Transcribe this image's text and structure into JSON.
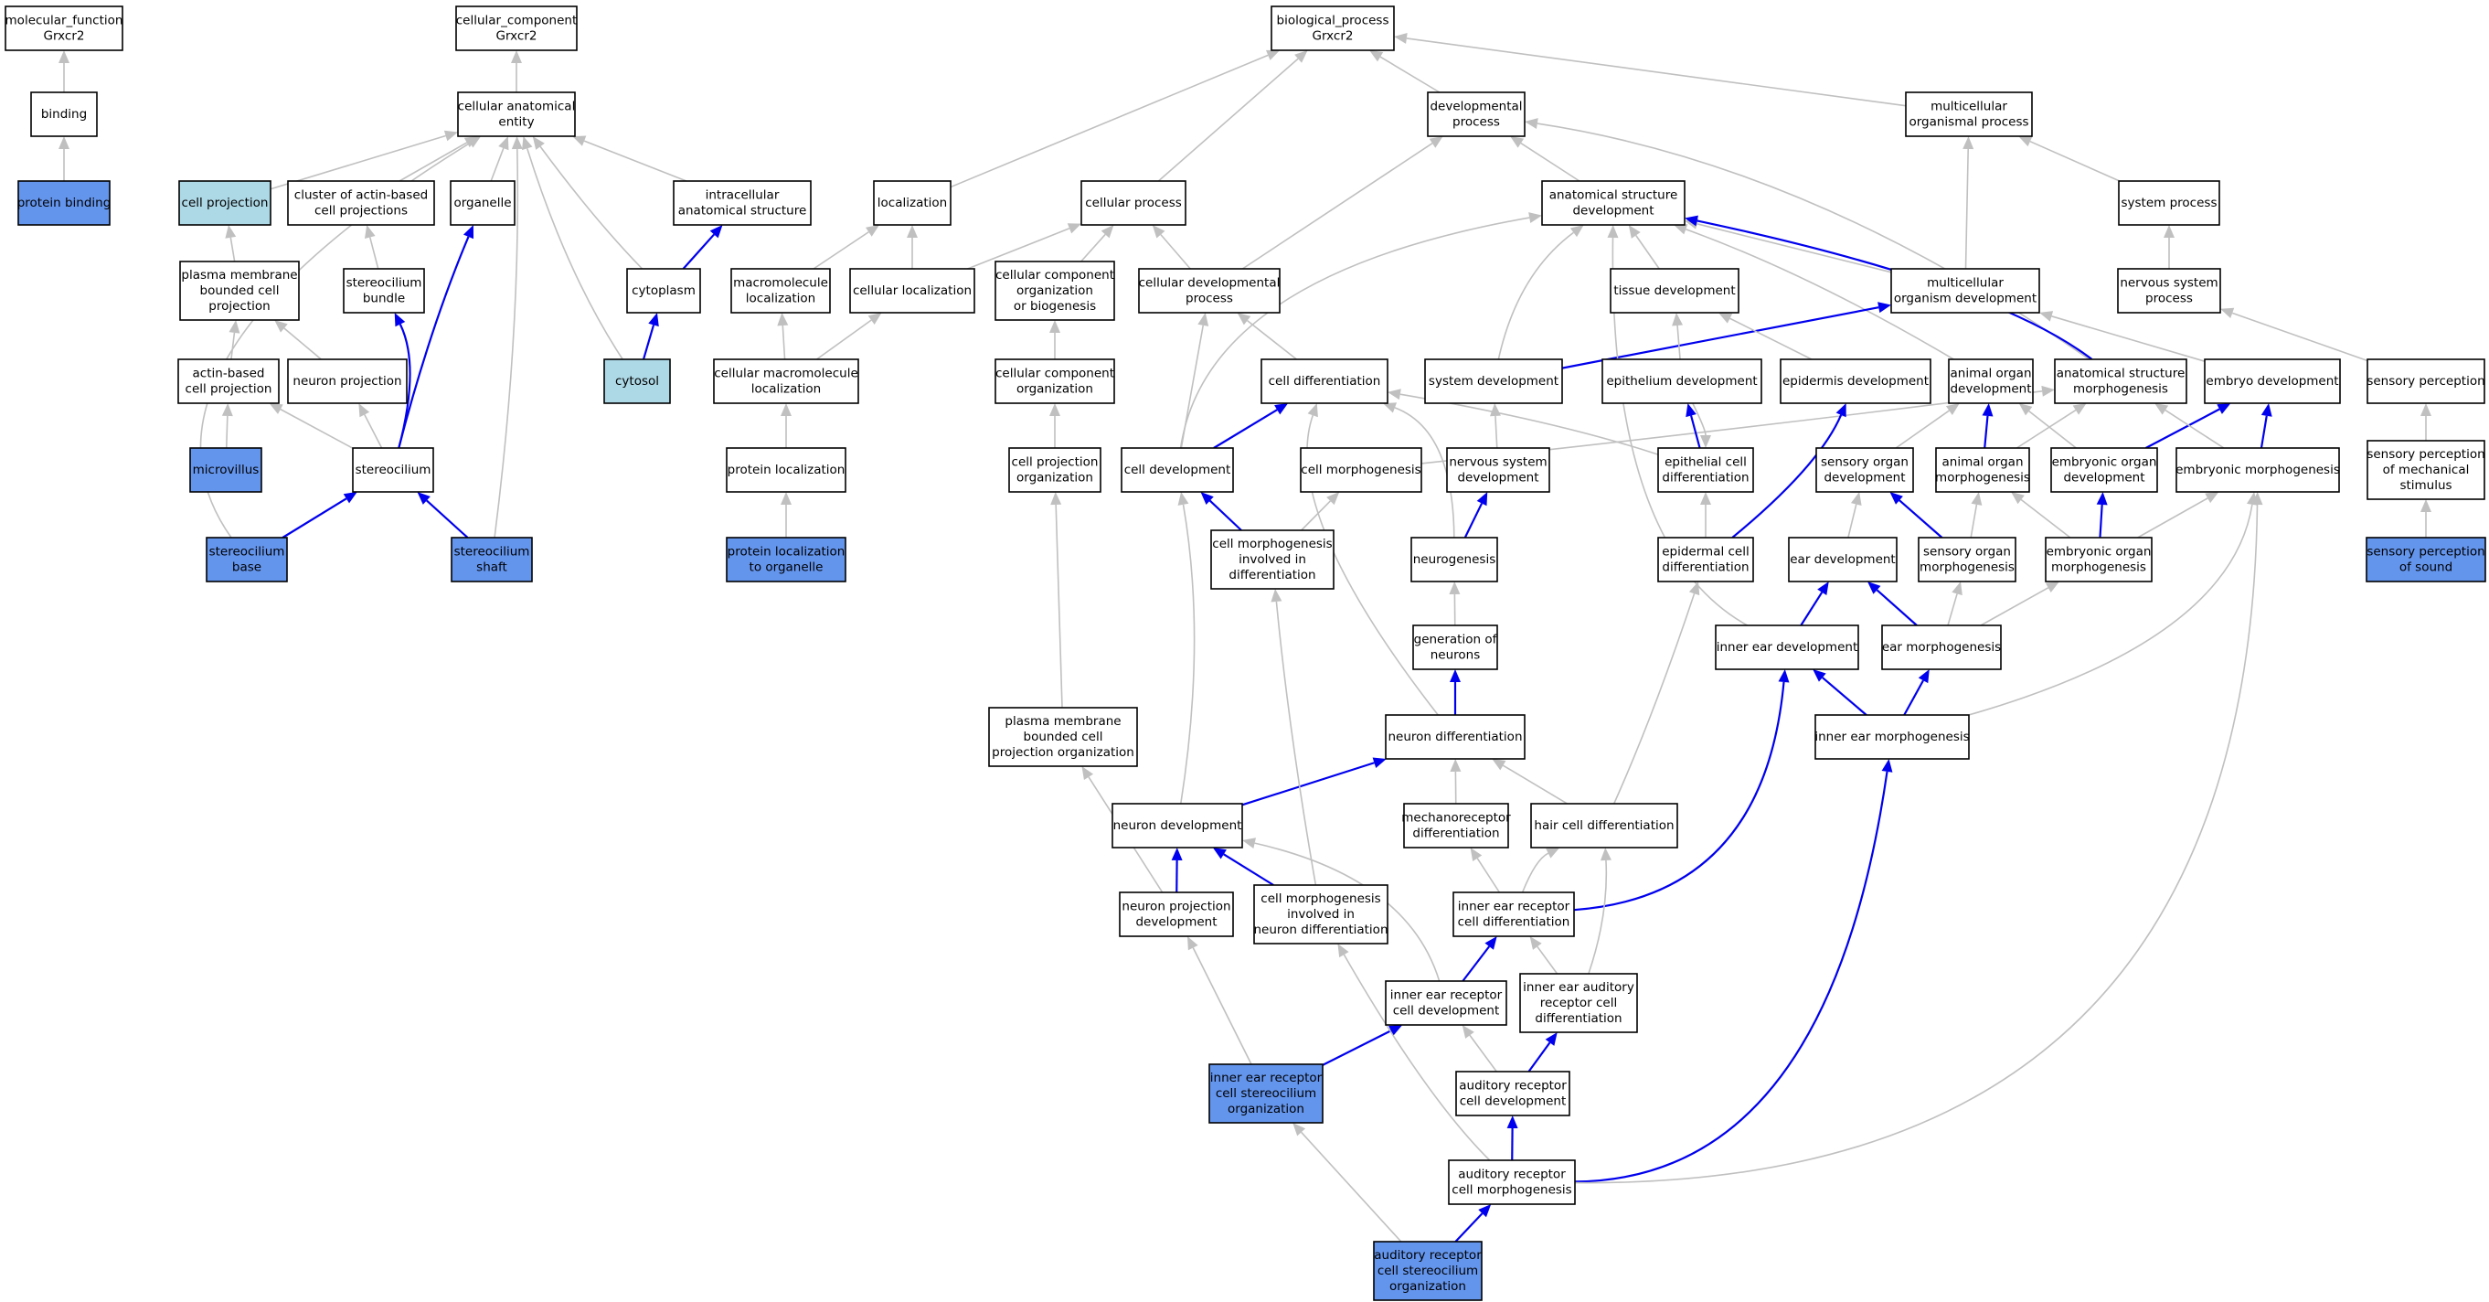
{
  "colors": {
    "plain": "#ffffff",
    "light": "#add8e6",
    "dark": "#6495ed",
    "gray_edge": "#c0c0c0",
    "blue_edge": "#0000ee"
  },
  "nodes": {
    "mf_root": [
      "molecular_function",
      "Grxcr2"
    ],
    "binding": [
      "binding"
    ],
    "protein_binding": [
      "protein binding"
    ],
    "cc_root": [
      "cellular_component",
      "Grxcr2"
    ],
    "cae": [
      "cellular anatomical",
      "entity"
    ],
    "cell_projection": [
      "cell projection"
    ],
    "cluster_actin": [
      "cluster of actin-based",
      "cell projections"
    ],
    "organelle": [
      "organelle"
    ],
    "intracellular": [
      "intracellular",
      "anatomical structure"
    ],
    "pm_bounded": [
      "plasma membrane",
      "bounded cell",
      "projection"
    ],
    "stereo_bundle": [
      "stereocilium",
      "bundle"
    ],
    "cytoplasm": [
      "cytoplasm"
    ],
    "cytosol": [
      "cytosol"
    ],
    "actin_based": [
      "actin-based",
      "cell projection"
    ],
    "neuron_projection": [
      "neuron projection"
    ],
    "microvillus": [
      "microvillus"
    ],
    "stereocilium": [
      "stereocilium"
    ],
    "stereo_base": [
      "stereocilium",
      "base"
    ],
    "stereo_shaft": [
      "stereocilium",
      "shaft"
    ],
    "bp_root": [
      "biological_process",
      "Grxcr2"
    ],
    "localization": [
      "localization"
    ],
    "macro_loc": [
      "macromolecule",
      "localization"
    ],
    "cell_loc": [
      "cellular localization"
    ],
    "cell_macro_loc": [
      "cellular macromolecule",
      "localization"
    ],
    "protein_loc": [
      "protein localization"
    ],
    "protein_loc_org": [
      "protein localization",
      "to organelle"
    ],
    "cellular_process": [
      "cellular process"
    ],
    "ccob": [
      "cellular component",
      "organization",
      "or biogenesis"
    ],
    "cco": [
      "cellular component",
      "organization"
    ],
    "cpo": [
      "cell projection",
      "organization"
    ],
    "pmbcpo": [
      "plasma membrane",
      "bounded cell",
      "projection organization"
    ],
    "dev_process": [
      "developmental",
      "process"
    ],
    "cell_dev_process": [
      "cellular developmental",
      "process"
    ],
    "asd": [
      "anatomical structure",
      "development"
    ],
    "mop": [
      "multicellular",
      "organismal process"
    ],
    "system_process": [
      "system process"
    ],
    "mod": [
      "multicellular",
      "organism development"
    ],
    "tissue_dev": [
      "tissue development"
    ],
    "nervous_system_process": [
      "nervous system",
      "process"
    ],
    "cell_diff": [
      "cell differentiation"
    ],
    "system_dev": [
      "system development"
    ],
    "epithelium_dev": [
      "epithelium development"
    ],
    "epidermis_dev": [
      "epidermis development"
    ],
    "animal_organ_dev": [
      "animal organ",
      "development"
    ],
    "asm": [
      "anatomical structure",
      "morphogenesis"
    ],
    "embryo_dev": [
      "embryo development"
    ],
    "sensory_perception": [
      "sensory perception"
    ],
    "cell_development": [
      "cell development"
    ],
    "cell_morphogenesis": [
      "cell morphogenesis"
    ],
    "nsd": [
      "nervous system",
      "development"
    ],
    "epithelial_cell_diff": [
      "epithelial cell",
      "differentiation"
    ],
    "sensory_organ_dev": [
      "sensory organ",
      "development"
    ],
    "animal_organ_morph": [
      "animal organ",
      "morphogenesis"
    ],
    "embryonic_organ_dev": [
      "embryonic organ",
      "development"
    ],
    "embryonic_morph": [
      "embryonic morphogenesis"
    ],
    "spms": [
      "sensory perception",
      "of mechanical",
      "stimulus"
    ],
    "cmid": [
      "cell morphogenesis",
      "involved in",
      "differentiation"
    ],
    "neurogenesis": [
      "neurogenesis"
    ],
    "epidermal_cell_diff": [
      "epidermal cell",
      "differentiation"
    ],
    "ear_dev": [
      "ear development"
    ],
    "sensory_organ_morph": [
      "sensory organ",
      "morphogenesis"
    ],
    "embryonic_organ_morph": [
      "embryonic organ",
      "morphogenesis"
    ],
    "sps": [
      "sensory perception",
      "of sound"
    ],
    "gen_neurons": [
      "generation of",
      "neurons"
    ],
    "inner_ear_dev": [
      "inner ear development"
    ],
    "ear_morph": [
      "ear morphogenesis"
    ],
    "neuron_diff": [
      "neuron differentiation"
    ],
    "inner_ear_morph": [
      "inner ear morphogenesis"
    ],
    "neuron_dev": [
      "neuron development"
    ],
    "mechanoreceptor_diff": [
      "mechanoreceptor",
      "differentiation"
    ],
    "hair_cell_diff": [
      "hair cell differentiation"
    ],
    "neuron_proj_dev": [
      "neuron projection",
      "development"
    ],
    "cmind": [
      "cell morphogenesis",
      "involved in",
      "neuron differentiation"
    ],
    "ierc_diff": [
      "inner ear receptor",
      "cell differentiation"
    ],
    "ierc_dev": [
      "inner ear receptor",
      "cell development"
    ],
    "iearc_diff": [
      "inner ear auditory",
      "receptor cell",
      "differentiation"
    ],
    "iercso": [
      "inner ear receptor",
      "cell stereocilium",
      "organization"
    ],
    "arc_dev": [
      "auditory receptor",
      "cell development"
    ],
    "arc_morph": [
      "auditory receptor",
      "cell morphogenesis"
    ],
    "arcso": [
      "auditory receptor",
      "cell stereocilium",
      "organization"
    ]
  }
}
